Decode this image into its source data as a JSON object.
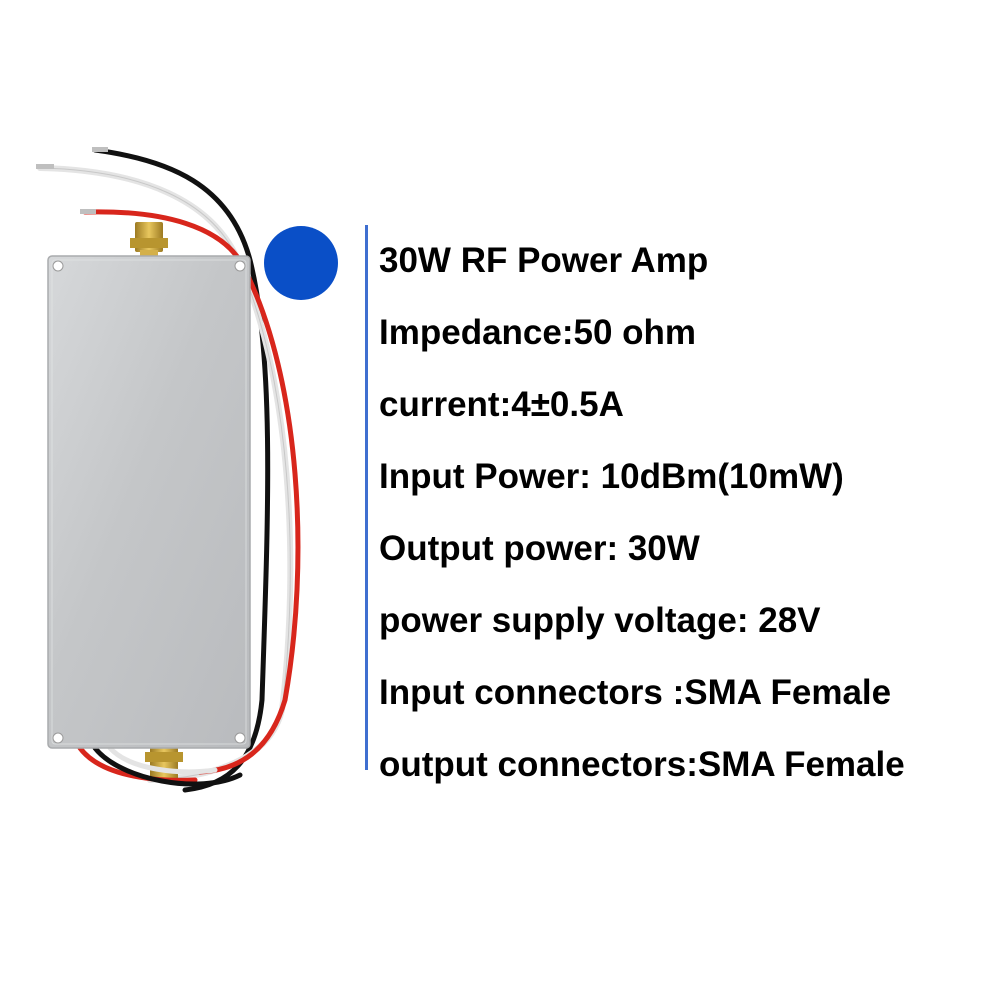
{
  "colors": {
    "accent_dot": "#0a4fc7",
    "divider": "#3f6fd0",
    "wire_red": "#d8261c",
    "wire_black": "#111111",
    "wire_white": "#e6e6e6",
    "heatsink": "#c9cbcd",
    "connector_gold": "#c9a23a"
  },
  "icons": {
    "product": "rf-power-amplifier-module",
    "bullet": "blue-dot"
  },
  "specs": [
    "30W RF Power Amp",
    "Impedance:50 ohm",
    "current:4±0.5A",
    "Input Power: 10dBm(10mW)",
    "Output power: 30W",
    "power supply voltage: 28V",
    "Input connectors :SMA Female",
    "output connectors:SMA Female"
  ]
}
